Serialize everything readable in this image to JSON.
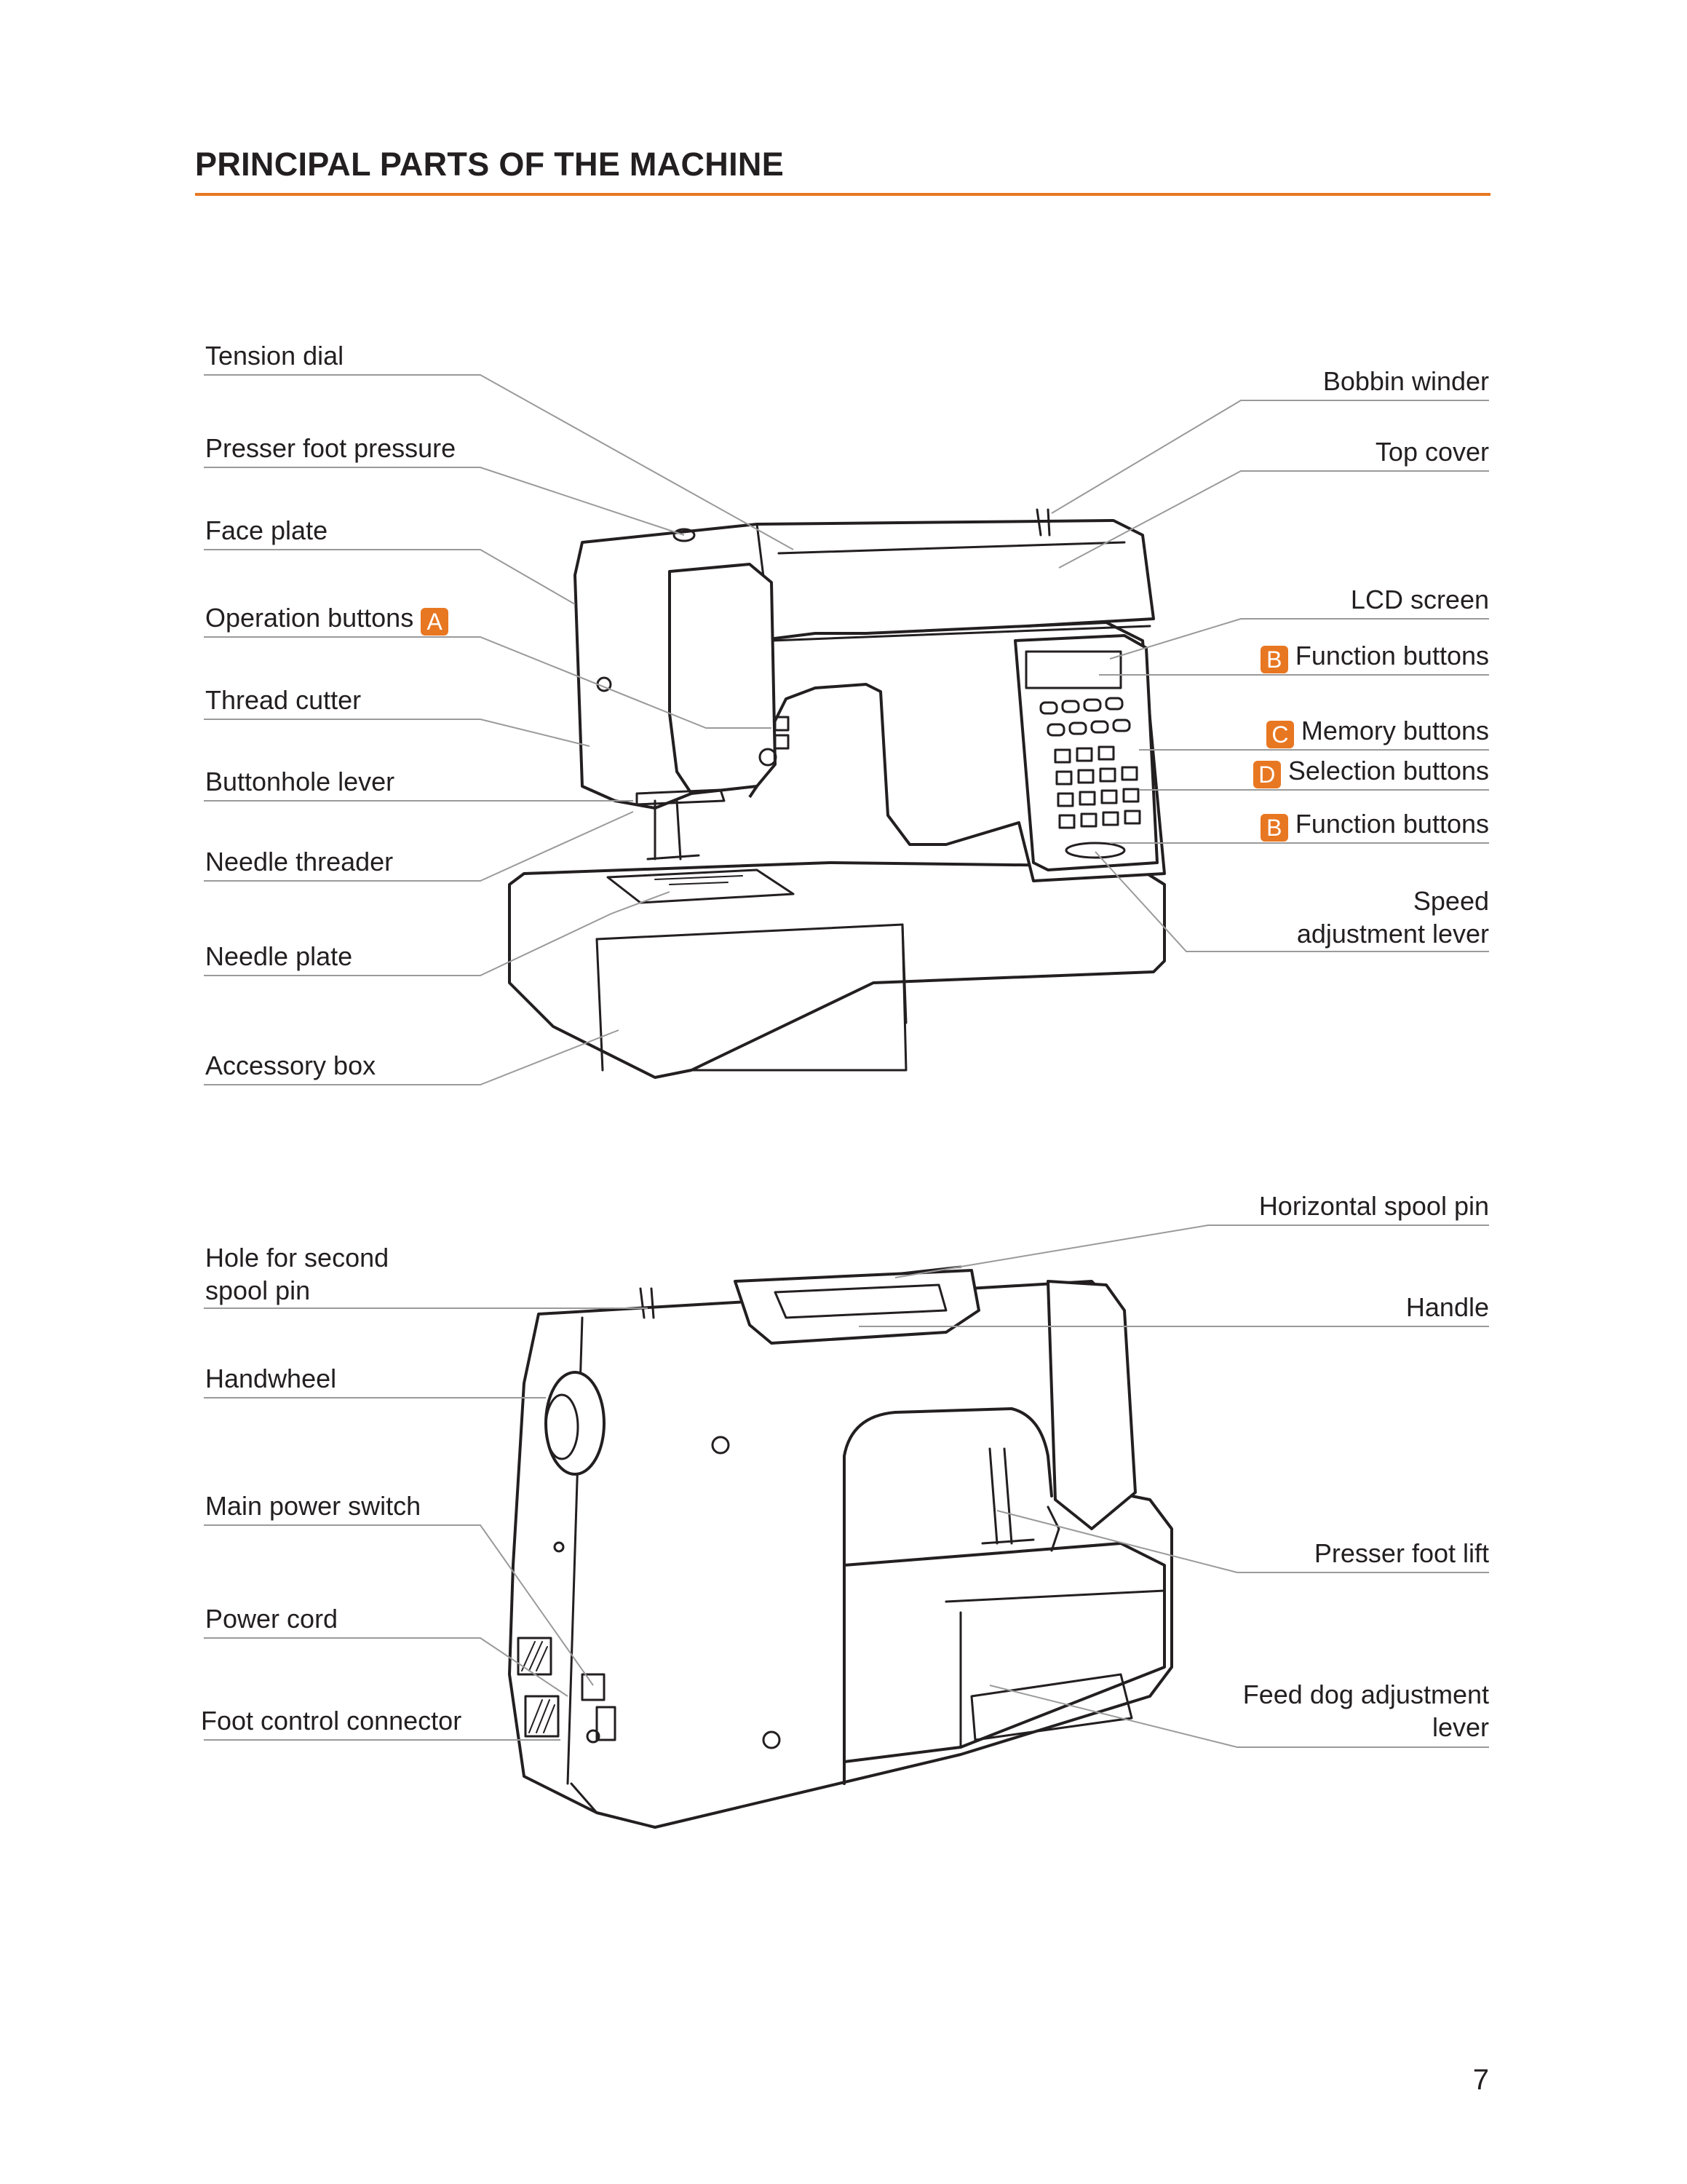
{
  "page": {
    "title": "PRINCIPAL PARTS OF THE MACHINE",
    "page_number": "7",
    "accent_color": "#e87722"
  },
  "front_view": {
    "left_labels": [
      {
        "text": "Tension dial"
      },
      {
        "text": "Presser foot pressure"
      },
      {
        "text": "Face plate"
      },
      {
        "text": "Operation buttons",
        "badge": "A"
      },
      {
        "text": "Thread cutter"
      },
      {
        "text": "Buttonhole lever"
      },
      {
        "text": "Needle threader"
      },
      {
        "text": "Needle plate"
      },
      {
        "text": "Accessory box"
      }
    ],
    "right_labels": [
      {
        "text": "Bobbin winder"
      },
      {
        "text": "Top cover"
      },
      {
        "text": "LCD screen"
      },
      {
        "text": "Function buttons",
        "badge": "B"
      },
      {
        "text": "Memory buttons",
        "badge": "C"
      },
      {
        "text": "Selection buttons",
        "badge": "D"
      },
      {
        "text": "Function buttons",
        "badge": "B"
      },
      {
        "text": "Speed",
        "text2": "adjustment lever"
      }
    ]
  },
  "rear_view": {
    "left_labels": [
      {
        "text": "Hole for second",
        "text2": "spool pin"
      },
      {
        "text": "Handwheel"
      },
      {
        "text": "Main power switch"
      },
      {
        "text": "Power cord"
      },
      {
        "text": "Foot control connector"
      }
    ],
    "right_labels": [
      {
        "text": "Horizontal spool pin"
      },
      {
        "text": "Handle"
      },
      {
        "text": "Presser foot lift"
      },
      {
        "text": "Feed dog adjustment",
        "text2": "lever"
      }
    ]
  }
}
